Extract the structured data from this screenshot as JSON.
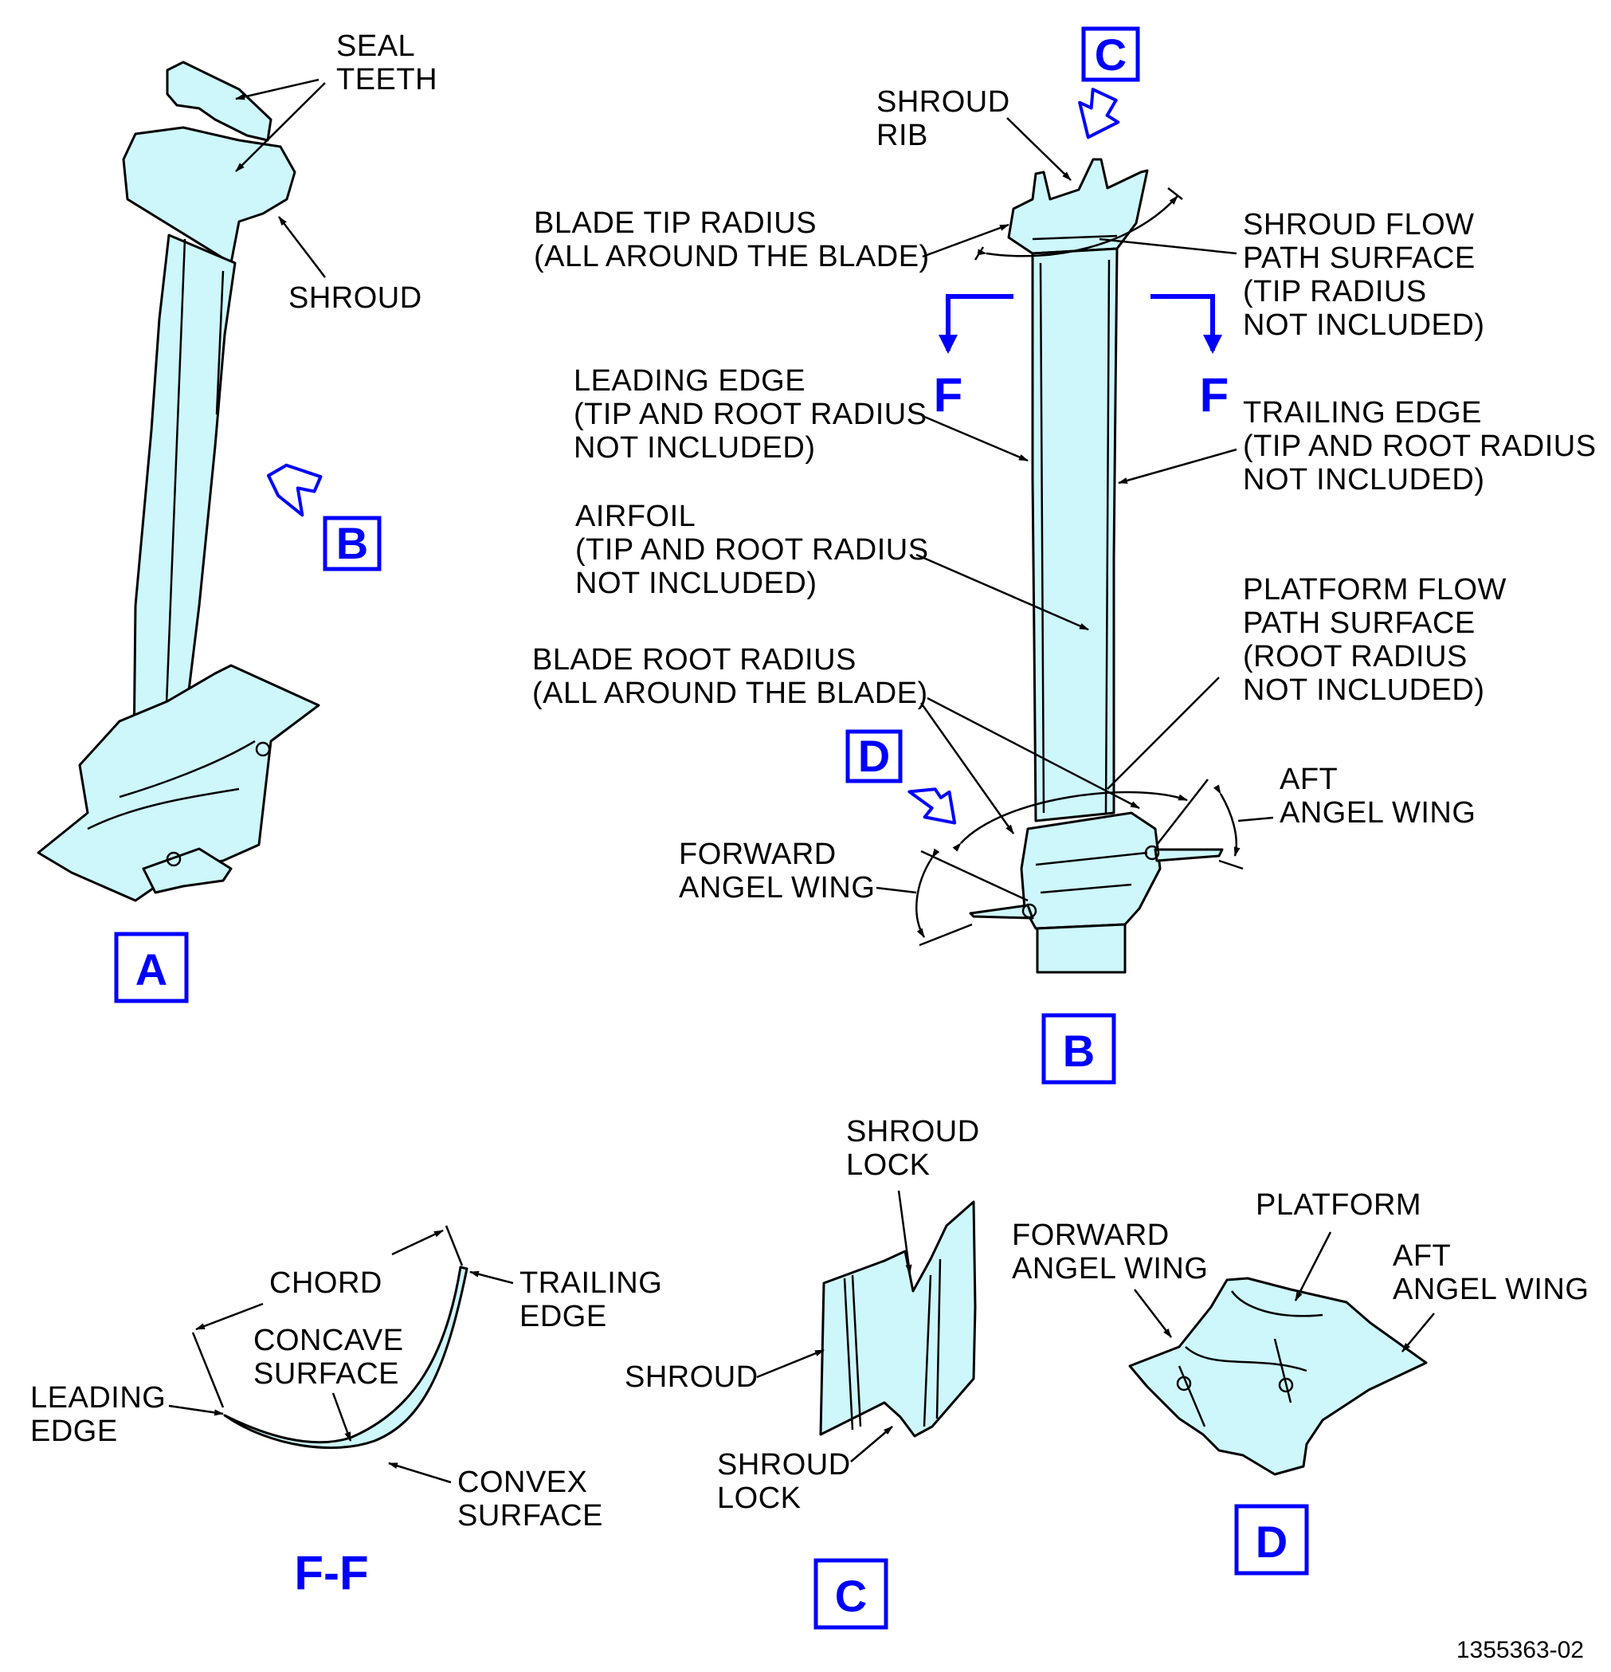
{
  "views": {
    "a": "A",
    "b": "B",
    "c": "C",
    "d": "D",
    "ref_b": "B",
    "ref_c": "C",
    "ref_d": "D",
    "section": "F-F",
    "cut_left": "F",
    "cut_right": "F"
  },
  "view_a": {
    "seal_teeth": [
      "SEAL",
      "TEETH"
    ],
    "shroud": "SHROUD"
  },
  "view_b": {
    "shroud_rib": [
      "SHROUD",
      "RIB"
    ],
    "blade_tip_radius": [
      "BLADE TIP RADIUS",
      "(ALL AROUND THE BLADE)"
    ],
    "shroud_flow_path": [
      "SHROUD FLOW",
      "PATH SURFACE",
      "(TIP RADIUS",
      "NOT INCLUDED)"
    ],
    "leading_edge": [
      "LEADING EDGE",
      "(TIP AND ROOT RADIUS",
      "NOT INCLUDED)"
    ],
    "trailing_edge": [
      "TRAILING EDGE",
      "(TIP AND ROOT RADIUS",
      "NOT INCLUDED)"
    ],
    "airfoil": [
      "AIRFOIL",
      "(TIP AND ROOT RADIUS",
      "NOT INCLUDED)"
    ],
    "platform_flow_path": [
      "PLATFORM FLOW",
      "PATH SURFACE",
      "(ROOT RADIUS",
      "NOT INCLUDED)"
    ],
    "blade_root_radius": [
      "BLADE ROOT RADIUS",
      "(ALL AROUND THE BLADE)"
    ],
    "aft_angel_wing": [
      "AFT",
      "ANGEL WING"
    ],
    "forward_angel_wing": [
      "FORWARD",
      "ANGEL WING"
    ]
  },
  "section_ff": {
    "chord": "CHORD",
    "trailing_edge": [
      "TRAILING",
      "EDGE"
    ],
    "concave_surface": [
      "CONCAVE",
      "SURFACE"
    ],
    "leading_edge": [
      "LEADING",
      "EDGE"
    ],
    "convex_surface": [
      "CONVEX",
      "SURFACE"
    ]
  },
  "view_c": {
    "shroud_lock_top": [
      "SHROUD",
      "LOCK"
    ],
    "shroud": "SHROUD",
    "shroud_lock_bottom": [
      "SHROUD",
      "LOCK"
    ]
  },
  "view_d": {
    "platform": "PLATFORM",
    "forward_angel_wing": [
      "FORWARD",
      "ANGEL WING"
    ],
    "aft_angel_wing": [
      "AFT",
      "ANGEL WING"
    ]
  },
  "figure_number": "1355363-02",
  "colors": {
    "part_fill": "#cdf7fb",
    "callout_blue": "#0000ff",
    "line": "#000000"
  }
}
